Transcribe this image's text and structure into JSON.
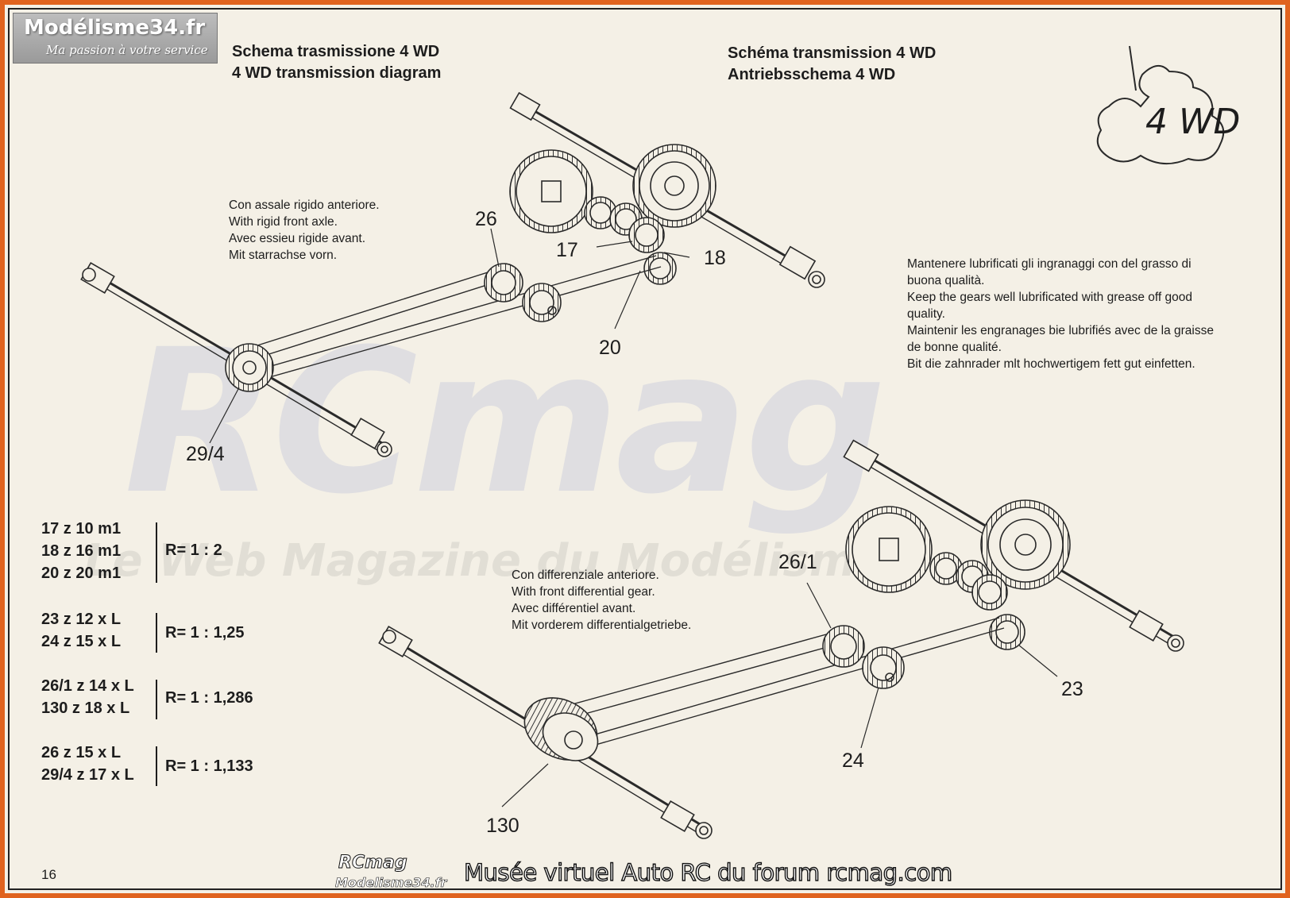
{
  "site_logo": {
    "title": "Modélisme34.fr",
    "tagline": "Ma passion à votre service"
  },
  "headings": {
    "it_en": [
      "Schema trasmissione 4 WD",
      "4 WD transmission diagram"
    ],
    "fr_de": [
      "Schéma transmission 4 WD",
      "Antriebsschema 4 WD"
    ]
  },
  "badge": {
    "text": "4 WD"
  },
  "notes": {
    "rigid_axle": [
      "Con assale rigido anteriore.",
      "With rigid front axle.",
      "Avec essieu rigide avant.",
      "Mit starrachse vorn."
    ],
    "differential": [
      "Con differenziale anteriore.",
      "With front differential gear.",
      "Avec différentiel avant.",
      "Mit vorderem differentialgetriebe."
    ],
    "lubrication": [
      "Mantenere lubrificati gli ingranaggi con del grasso di",
      "buona qualità.",
      "Keep the gears well lubrificated with grease off good",
      "quality.",
      "Maintenir les engranages bie lubrifiés avec de la graisse",
      "de bonne qualité.",
      "Bit die zahnrader  mlt hochwertigem fett gut einfetten."
    ]
  },
  "callouts": {
    "c26": "26",
    "c17": "17",
    "c18": "18",
    "c20": "20",
    "c29_4": "29/4",
    "c26_1": "26/1",
    "c23": "23",
    "c24": "24",
    "c130": "130"
  },
  "gear_specs": [
    {
      "lines": [
        "17 z 10 m1",
        "18 z 16 m1",
        "20 z 20 m1"
      ],
      "ratio": "R= 1 : 2"
    },
    {
      "lines": [
        "23 z 12 x L",
        "24 z 15 x L"
      ],
      "ratio": "R= 1 : 1,25"
    },
    {
      "lines": [
        "26/1 z 14 x L",
        "130 z 18 x L"
      ],
      "ratio": "R= 1 : 1,286"
    },
    {
      "lines": [
        "26 z 15 x L",
        "29/4 z 17 x L"
      ],
      "ratio": "R= 1 : 1,133"
    }
  ],
  "page_number": "16",
  "watermark": {
    "brand": "RCmag",
    "tagline": "Le Web Magazine du Modélisme"
  },
  "footer": {
    "brand_top": "RCmag",
    "brand_bottom": "Modelisme34.fr",
    "caption": "Musée virtuel Auto RC du forum rcmag.com"
  }
}
